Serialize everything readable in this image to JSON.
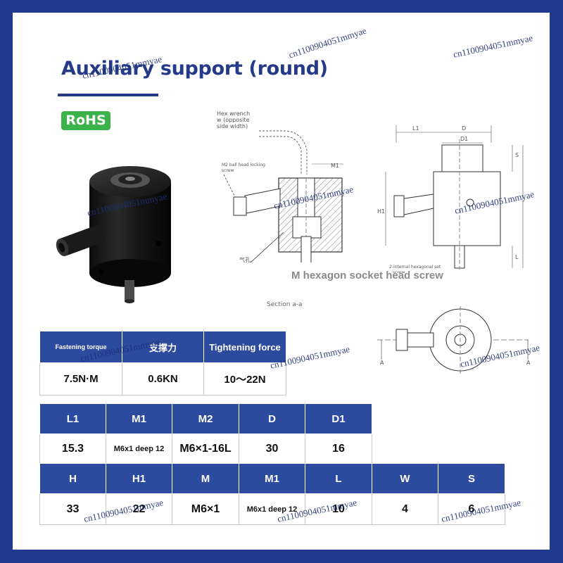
{
  "title": "Auxiliary support (round)",
  "badge": "RoHS",
  "watermark": "cn1100904051mmyae",
  "section_view": {
    "labels": {
      "hex_wrench": "Hex wrench",
      "hex_wrench_sub1": "w (opposite",
      "hex_wrench_sub2": "side width)",
      "m2_screw": "M2 ball head locking",
      "m2_screw_sub": "screw",
      "m1": "M1",
      "air": "气孔"
    },
    "caption_screw": "M hexagon socket head screw",
    "caption_section": "Section a-a"
  },
  "front_view": {
    "labels": {
      "l1": "L1",
      "d": "D",
      "d1": "D1",
      "h1": "H1",
      "l": "L",
      "s": "S",
      "set_screw": "2-internal hexagonal set",
      "set_screw_sub": "screw"
    }
  },
  "bottom_view": {
    "labels": {
      "a_left": "A",
      "a_right": "A"
    }
  },
  "table1": {
    "headers": [
      "Fastening torque",
      "支撑力",
      "Tightening force"
    ],
    "values": [
      "7.5N·M",
      "0.6KN",
      "10～22N"
    ]
  },
  "table2": {
    "headers": [
      "L1",
      "M1",
      "M2",
      "D",
      "D1"
    ],
    "values": [
      "15.3",
      "M6x1 deep 12",
      "M6×1-16L",
      "30",
      "16"
    ]
  },
  "table3": {
    "headers": [
      "H",
      "H1",
      "M",
      "M1",
      "L",
      "W",
      "S"
    ],
    "values": [
      "33",
      "22",
      "M6×1",
      "M6x1 deep 12",
      "10",
      "4",
      "6"
    ]
  }
}
